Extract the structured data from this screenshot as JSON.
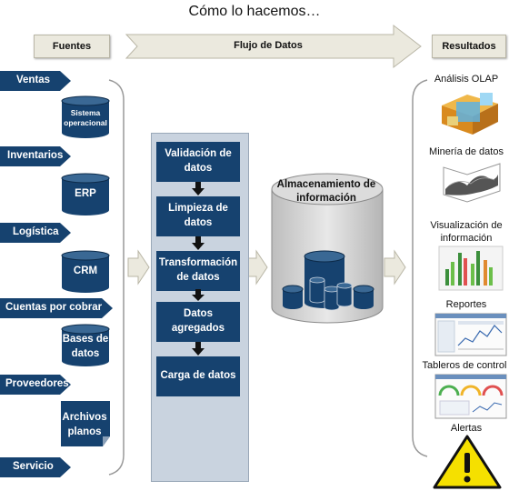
{
  "title": "Cómo lo hacemos…",
  "headers": {
    "sources": "Fuentes",
    "flow": "Flujo de Datos",
    "results": "Resultados"
  },
  "sources": [
    {
      "label": "Ventas",
      "system": "Sistema operacional"
    },
    {
      "label": "Inventarios",
      "system": "ERP"
    },
    {
      "label": "Logística",
      "system": "CRM"
    },
    {
      "label": "Cuentas por cobrar",
      "system": "Bases de datos"
    },
    {
      "label": "Proveedores",
      "system": "Archivos planos"
    },
    {
      "label": "Servicio"
    }
  ],
  "flow_steps": [
    "Validación de datos",
    "Limpieza de datos",
    "Transformación de datos",
    "Datos agregados",
    "Carga de datos"
  ],
  "storage": {
    "label": "Almacenamiento de información"
  },
  "results": [
    "Análisis OLAP",
    "Minería de datos",
    "Visualización de información",
    "Reportes",
    "Tableros de control",
    "Alertas"
  ],
  "colors": {
    "navy": "#16426f",
    "panel": "#c9d3df",
    "header_fill": "#ebe9de",
    "cylinder_grey": "#cfcfcf",
    "alert": "#f5e000"
  }
}
